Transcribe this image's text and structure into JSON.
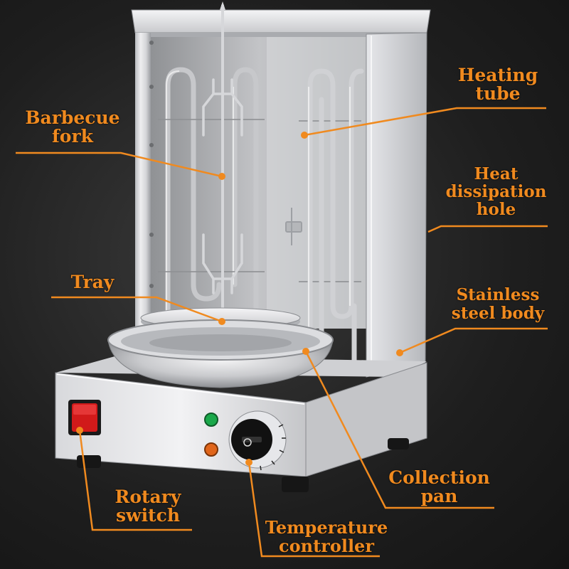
{
  "colors": {
    "background": "#1e1e1e",
    "label_text": "#f08a1f",
    "leader_line": "#f08a1f",
    "steel_light": "#e4e4e6",
    "steel_dark": "#9a9ca0",
    "switch_red": "#d11a1a",
    "indicator_green": "#1aa84a",
    "indicator_orange": "#e0651a"
  },
  "labels": {
    "barbecue_fork": {
      "line1": "Barbecue",
      "line2": "fork"
    },
    "heating_tube": {
      "line1": "Heating",
      "line2": "tube"
    },
    "heat_dissipation_hole": {
      "line1": "Heat",
      "line2": "dissipation",
      "line3": "hole"
    },
    "tray": {
      "line1": "Tray"
    },
    "stainless_steel_body": {
      "line1": "Stainless",
      "line2": "steel body"
    },
    "collection_pan": {
      "line1": "Collection",
      "line2": "pan"
    },
    "rotary_switch": {
      "line1": "Rotary",
      "line2": "switch"
    },
    "temperature_controller": {
      "line1": "Temperature",
      "line2": "controller"
    }
  },
  "icons": {
    "product": "vertical-rotisserie-grill",
    "switch": "rocker-switch-icon",
    "knob": "thermostat-knob-icon"
  }
}
